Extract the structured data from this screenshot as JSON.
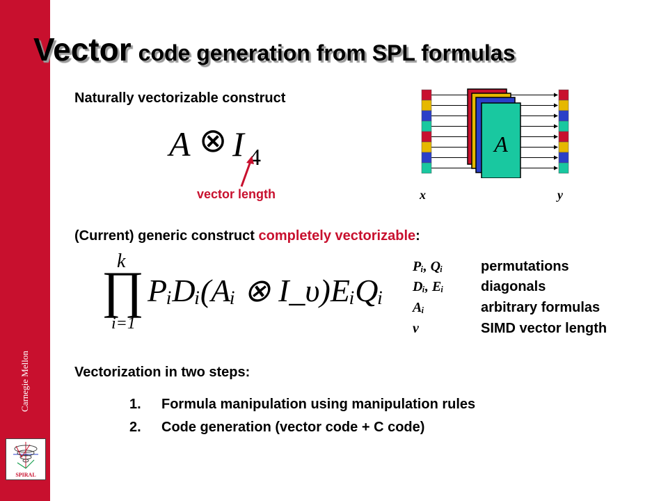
{
  "slide": {
    "title_big": "Vector",
    "title_rest": "code generation from SPL formulas",
    "sidebar_label": "Carnegie Mellon",
    "logo_label": "SPIRAL",
    "section1_heading": "Naturally vectorizable construct",
    "formula1": {
      "a": "A",
      "op": "⊗",
      "i": "I",
      "sub": "4"
    },
    "vector_length_label": "vector length",
    "diagram": {
      "x_label": "x",
      "y_label": "y",
      "block_label": "A"
    },
    "section2_heading_prefix": "(Current) generic construct ",
    "section2_heading_highlight": "completely vectorizable",
    "section2_heading_suffix": ":",
    "formula2": {
      "prod": "∏",
      "upper": "k",
      "lower": "i=1",
      "body": "PᵢDᵢ(Aᵢ ⊗ I_υ)EᵢQᵢ"
    },
    "legend": [
      {
        "symbol": "Pᵢ, Qᵢ",
        "desc": "permutations"
      },
      {
        "symbol": "Dᵢ, Eᵢ",
        "desc": "diagonals"
      },
      {
        "symbol": "Aᵢ",
        "desc": "arbitrary formulas"
      },
      {
        "symbol": "ν",
        "desc": "SIMD vector length"
      }
    ],
    "section3_heading": "Vectorization in two steps:",
    "steps": [
      {
        "num": "1.",
        "text": "Formula manipulation using manipulation rules"
      },
      {
        "num": "2.",
        "text": "Code generation (vector code + C code)"
      }
    ],
    "colors": {
      "brand_red": "#c8102e",
      "cell_red": "#c8102e",
      "cell_yellow": "#e6b800",
      "cell_blue": "#2a3fc8",
      "cell_teal": "#19c8a0"
    }
  }
}
